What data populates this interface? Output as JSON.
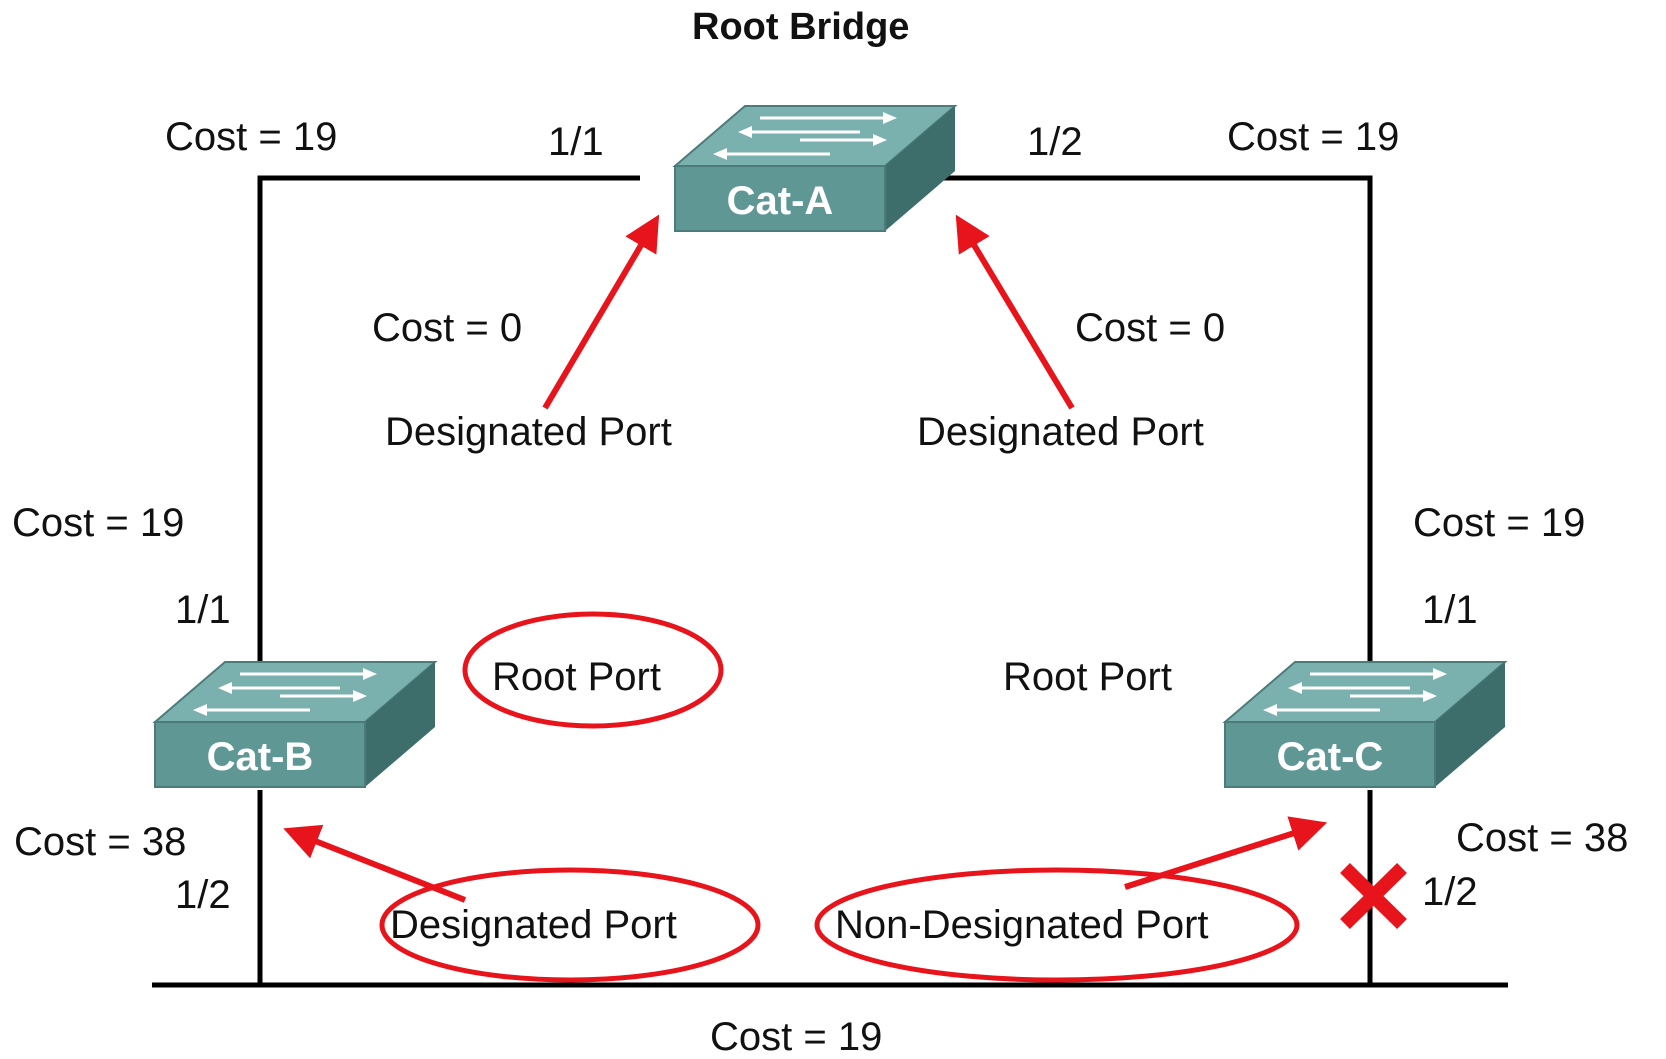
{
  "title": "Root Bridge",
  "colors": {
    "link": "#000000",
    "annotation": "#e8141c",
    "switch_front": "#5f9795",
    "switch_top": "#7ab0ae",
    "switch_side": "#3e6e6c",
    "switch_text": "#ffffff"
  },
  "switches": {
    "cat_a": {
      "label": "Cat-A",
      "icon": "switch-icon"
    },
    "cat_b": {
      "label": "Cat-B",
      "icon": "switch-icon"
    },
    "cat_c": {
      "label": "Cat-C",
      "icon": "switch-icon"
    }
  },
  "costs": {
    "a_left_link": "Cost = 19",
    "a_right_link": "Cost = 19",
    "a_left_port": "Cost = 0",
    "a_right_port": "Cost = 0",
    "b_link": "Cost = 19",
    "c_link": "Cost = 19",
    "b_segment": "Cost = 38",
    "c_segment": "Cost = 38",
    "bottom_segment": "Cost = 19"
  },
  "ports": {
    "a_left": "1/1",
    "a_right": "1/2",
    "b_up": "1/1",
    "b_down": "1/2",
    "c_up": "1/1",
    "c_down": "1/2"
  },
  "roles": {
    "a_left": "Designated Port",
    "a_right": "Designated Port",
    "b_root": "Root Port",
    "c_root": "Root Port",
    "b_designated": "Designated Port",
    "c_non_designated": "Non-Designated Port"
  },
  "blocked_marker": "blocked-x-icon"
}
